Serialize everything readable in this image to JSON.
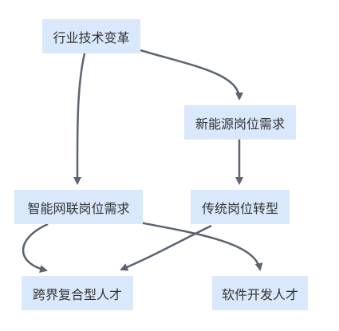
{
  "nodes": {
    "tech_change": "行业技术变革",
    "new_energy": "新能源岗位需求",
    "smart_net": "智能网联岗位需求",
    "traditional": "传统岗位转型",
    "crossover": "跨界复合型人才",
    "software": "软件开发人才"
  },
  "edges": [
    {
      "from": "tech_change",
      "to": "smart_net"
    },
    {
      "from": "tech_change",
      "to": "new_energy"
    },
    {
      "from": "new_energy",
      "to": "traditional"
    },
    {
      "from": "smart_net",
      "to": "crossover"
    },
    {
      "from": "smart_net",
      "to": "software"
    },
    {
      "from": "traditional",
      "to": "crossover"
    }
  ],
  "colors": {
    "node_fill": "#dae8fc",
    "edge": "#5b6470",
    "text": "#333333"
  }
}
